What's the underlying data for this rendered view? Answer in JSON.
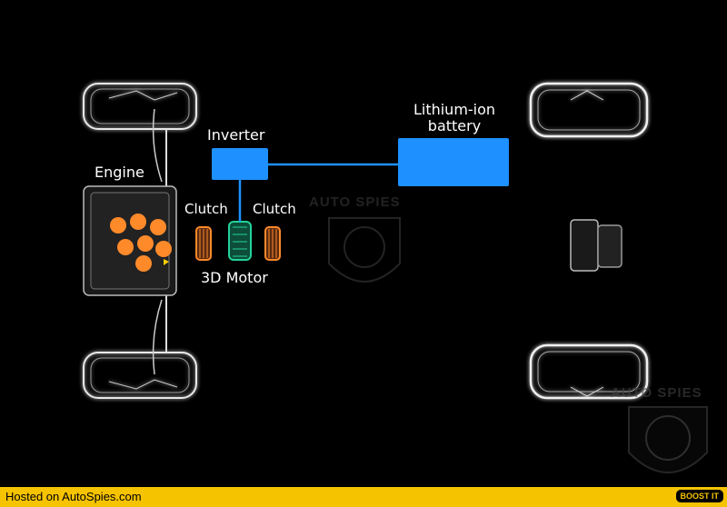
{
  "labels": {
    "engine": "Engine",
    "inverter": "Inverter",
    "battery_line1": "Lithium-ion",
    "battery_line2": "battery",
    "clutch_left": "Clutch",
    "clutch_right": "Clutch",
    "motor": "3D Motor"
  },
  "watermarks": {
    "center": "AUTO SPIES",
    "corner": "AUTO SPIES"
  },
  "footer": {
    "hosted_text": "Hosted on AutoSpies.com",
    "boost_label": "BOOST IT"
  },
  "colors": {
    "box_blue": "#1e90ff",
    "drive_red": "#ff2a5a",
    "drive_green": "#22d39a",
    "clutch_orange": "#ff8a2a",
    "footer_yellow": "#f6c300"
  }
}
